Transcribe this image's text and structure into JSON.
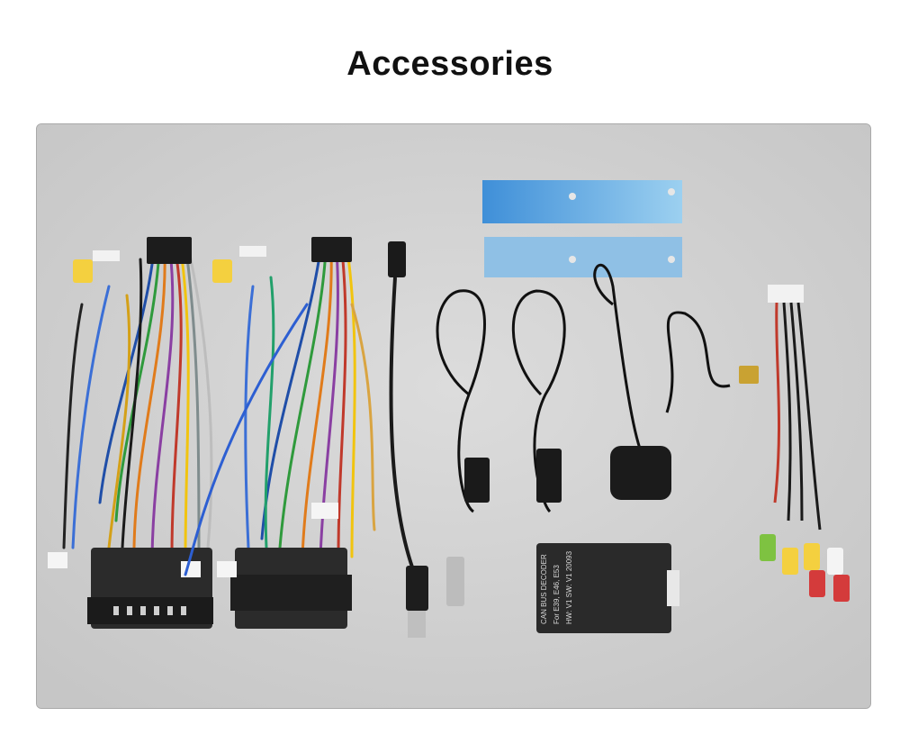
{
  "page": {
    "title": "Accessories"
  },
  "decoder": {
    "line1": "CAN BUS DECODER",
    "line2": "For  E39,  E46,  E53",
    "line3": "HW: V1   SW: V1 20093"
  }
}
